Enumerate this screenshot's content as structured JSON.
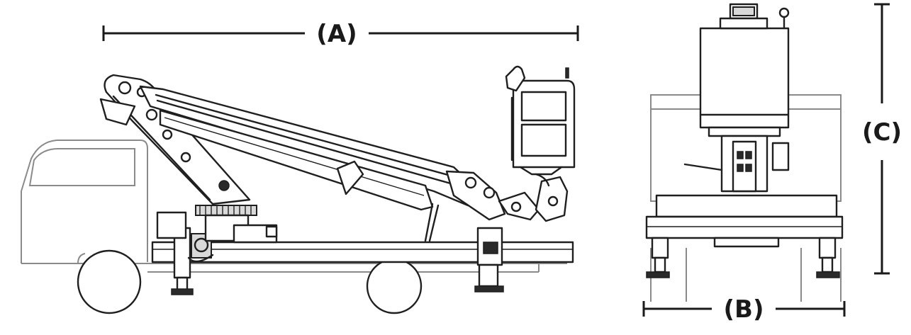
{
  "dimensions": {
    "a_label": "(A)",
    "b_label": "(B)",
    "c_label": "(C)"
  }
}
